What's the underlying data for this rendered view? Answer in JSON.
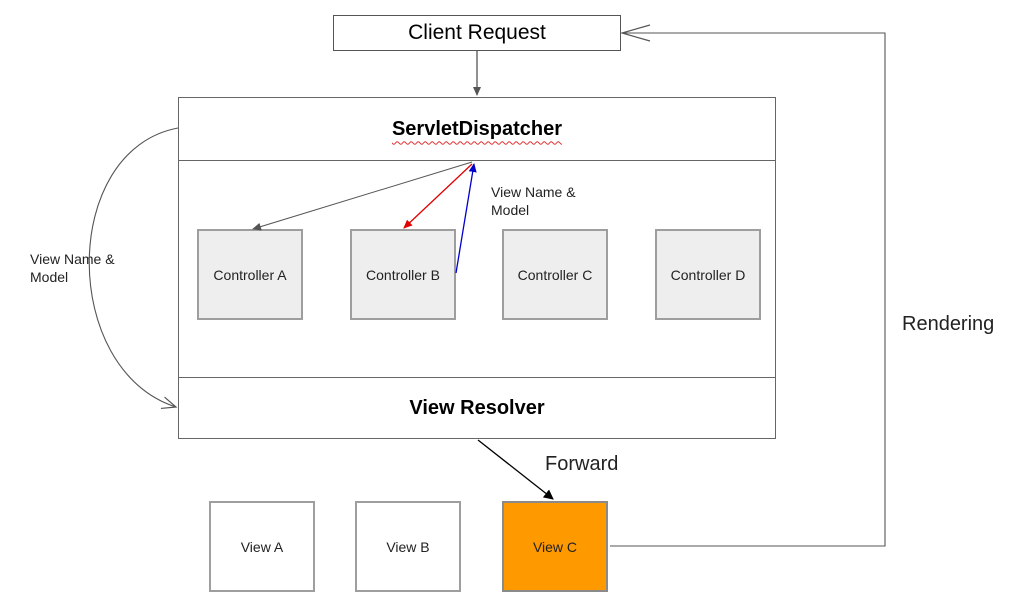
{
  "client_request": "Client Request",
  "dispatcher": "ServletDispatcher",
  "view_resolver": "View Resolver",
  "controllers": [
    "Controller A",
    "Controller B",
    "Controller C",
    "Controller D"
  ],
  "views": [
    "View A",
    "View B",
    "View C"
  ],
  "labels": {
    "view_name_model_inner_line1": "View Name &",
    "view_name_model_inner_line2": "Model",
    "view_name_model_left_line1": "View Name &",
    "view_name_model_left_line2": "Model",
    "forward": "Forward",
    "rendering": "Rendering"
  },
  "colors": {
    "selected_view": "#ff9900",
    "request_arrow": "#e00000",
    "response_arrow": "#0000cc"
  }
}
